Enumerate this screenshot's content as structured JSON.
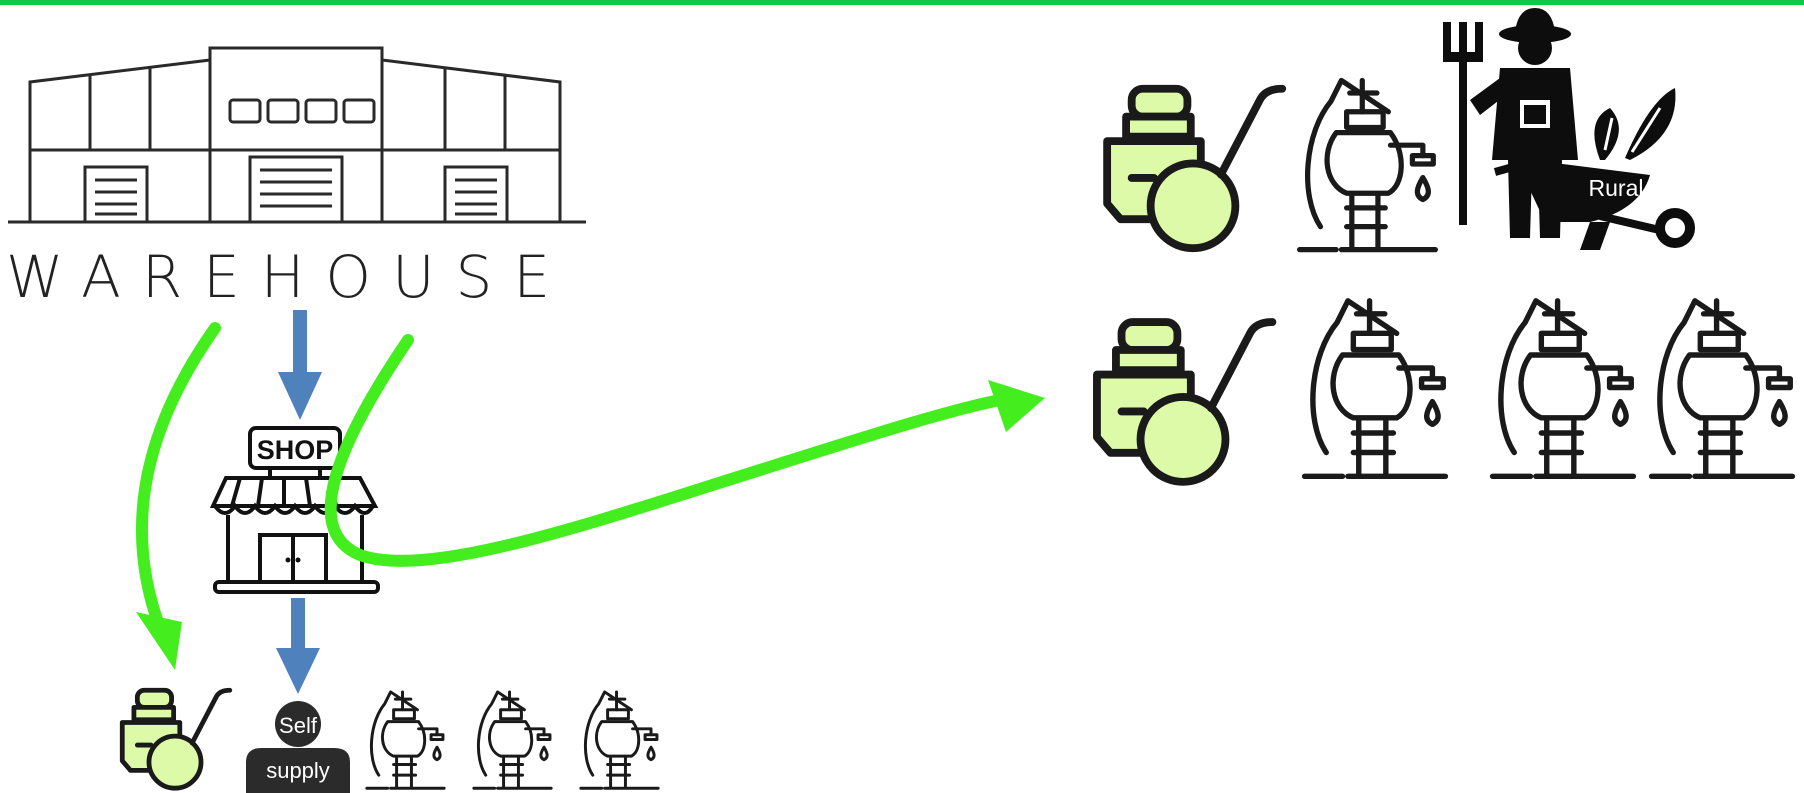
{
  "colors": {
    "top_bar": "#12c84a",
    "flow_green": "#44ee1e",
    "flow_blue": "#4f81bd",
    "sprayer_fill": "#dcfaa8",
    "outline": "#1a1a1a"
  },
  "warehouse": {
    "label": "WAREHOUSE",
    "icon": "warehouse-icon"
  },
  "shop": {
    "label": "SHOP",
    "icon": "shop-icon"
  },
  "self_supply": {
    "line1": "Self",
    "line2": "supply"
  },
  "rural": {
    "label": "Rural",
    "icon": "farmer-icon"
  },
  "icons": {
    "sprayer": "sprayer-icon",
    "pump": "hand-pump-icon"
  }
}
